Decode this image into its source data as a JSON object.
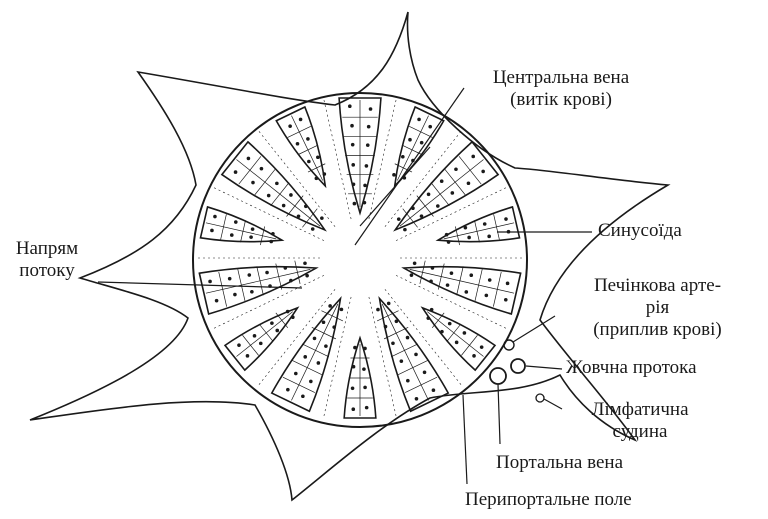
{
  "labels": {
    "central_vein": [
      "Центральна вена",
      "(витік крові)"
    ],
    "sinusoid": "Синусоїда",
    "flow_direction": [
      "Напрям",
      "потоку"
    ],
    "hepatic_artery": [
      "Печінкова арте-",
      "рія",
      "(приплив крові)"
    ],
    "bile_duct": "Жовчна протока",
    "lymphatic_vessel": [
      "Лімфатична",
      "судина"
    ],
    "portal_vein": "Портальна вена",
    "periportal_field": "Перипортальне поле"
  },
  "colors": {
    "line": "#1a1a1a",
    "background": "#ffffff"
  }
}
